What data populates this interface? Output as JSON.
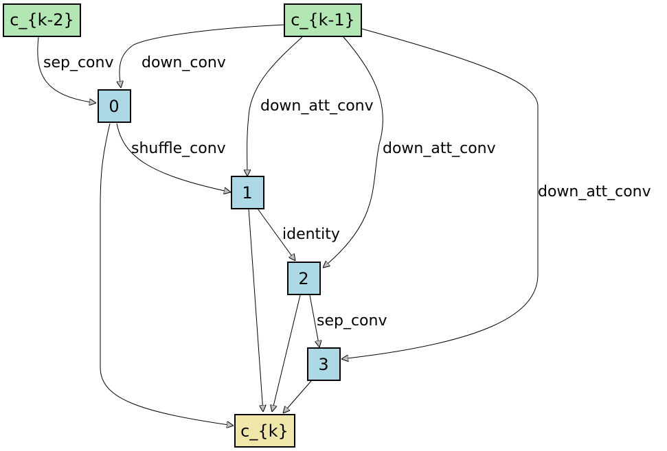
{
  "colors": {
    "input_node": "#b2e6b2",
    "intermediate_node": "#add8e6",
    "output_node": "#f0e6aa",
    "arrowhead": "#bebebe"
  },
  "nodes": {
    "ck2": {
      "label": "c_{k-2}"
    },
    "ck1": {
      "label": "c_{k-1}"
    },
    "n0": {
      "label": "0"
    },
    "n1": {
      "label": "1"
    },
    "n2": {
      "label": "2"
    },
    "n3": {
      "label": "3"
    },
    "ck": {
      "label": "c_{k}"
    }
  },
  "edges": [
    {
      "from": "c_{k-2}",
      "to": "0",
      "label": "sep_conv"
    },
    {
      "from": "c_{k-1}",
      "to": "0",
      "label": "down_conv"
    },
    {
      "from": "c_{k-1}",
      "to": "1",
      "label": "down_att_conv"
    },
    {
      "from": "c_{k-1}",
      "to": "2",
      "label": "down_att_conv"
    },
    {
      "from": "c_{k-1}",
      "to": "3",
      "label": "down_att_conv"
    },
    {
      "from": "0",
      "to": "1",
      "label": "shuffle_conv"
    },
    {
      "from": "1",
      "to": "2",
      "label": "identity"
    },
    {
      "from": "2",
      "to": "3",
      "label": "sep_conv"
    },
    {
      "from": "0",
      "to": "c_{k}",
      "label": ""
    },
    {
      "from": "1",
      "to": "c_{k}",
      "label": ""
    },
    {
      "from": "2",
      "to": "c_{k}",
      "label": ""
    },
    {
      "from": "3",
      "to": "c_{k}",
      "label": ""
    }
  ]
}
